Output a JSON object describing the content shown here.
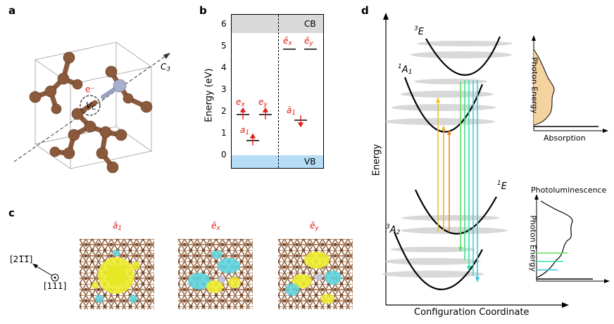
{
  "panels": {
    "a": {
      "label": "a",
      "axis_label": "C",
      "axis_sub": "3",
      "electron": "e⁻",
      "vacancy": "V",
      "vacancy_sub": "C"
    },
    "b": {
      "label": "b",
      "y_axis_label": "Energy (eV)",
      "y_ticks": [
        "6",
        "5",
        "4",
        "3",
        "2",
        "1",
        "0"
      ],
      "cb_label": "CB",
      "vb_label": "VB",
      "levels_left": {
        "ex": "e",
        "ex_sub": "x",
        "ey": "e",
        "ey_sub": "y",
        "a1": "a",
        "a1_sub": "1"
      },
      "levels_right": {
        "ex": "ē",
        "ex_sub": "x",
        "ey": "ē",
        "ey_sub": "y",
        "a1": "ā",
        "a1_sub": "1"
      }
    },
    "c": {
      "label": "c",
      "orbital_titles": [
        {
          "sym": "ā",
          "sub": "1"
        },
        {
          "sym": "ē",
          "sub": "x"
        },
        {
          "sym": "ē",
          "sub": "y"
        }
      ],
      "dir_arrow_label": "[21̅1̅]",
      "dir_dot_label": "[111]"
    },
    "d": {
      "label": "d",
      "y_axis_label": "Energy",
      "x_axis_label": "Configuration Coordinate",
      "states": {
        "E3": "E",
        "E3_sup": "3",
        "A1": "A",
        "A1_sup": "1",
        "A1_sub": "1",
        "E1": "E",
        "E1_sup": "1",
        "A2": "A",
        "A2_sup": "3",
        "A2_sub": "2"
      },
      "inset_top_y": "Photon Energy",
      "inset_top_x": "Absorption",
      "inset_bottom_title": "Photoluminescence",
      "inset_bottom_y": "Photon Energy"
    }
  },
  "colors": {
    "brown": "#8b5a3c",
    "red": "#e0201a",
    "cb": "#d9d9d9",
    "vb": "#b6dcf6",
    "yellow": "#f0f030",
    "cyan": "#5fd6e0"
  }
}
